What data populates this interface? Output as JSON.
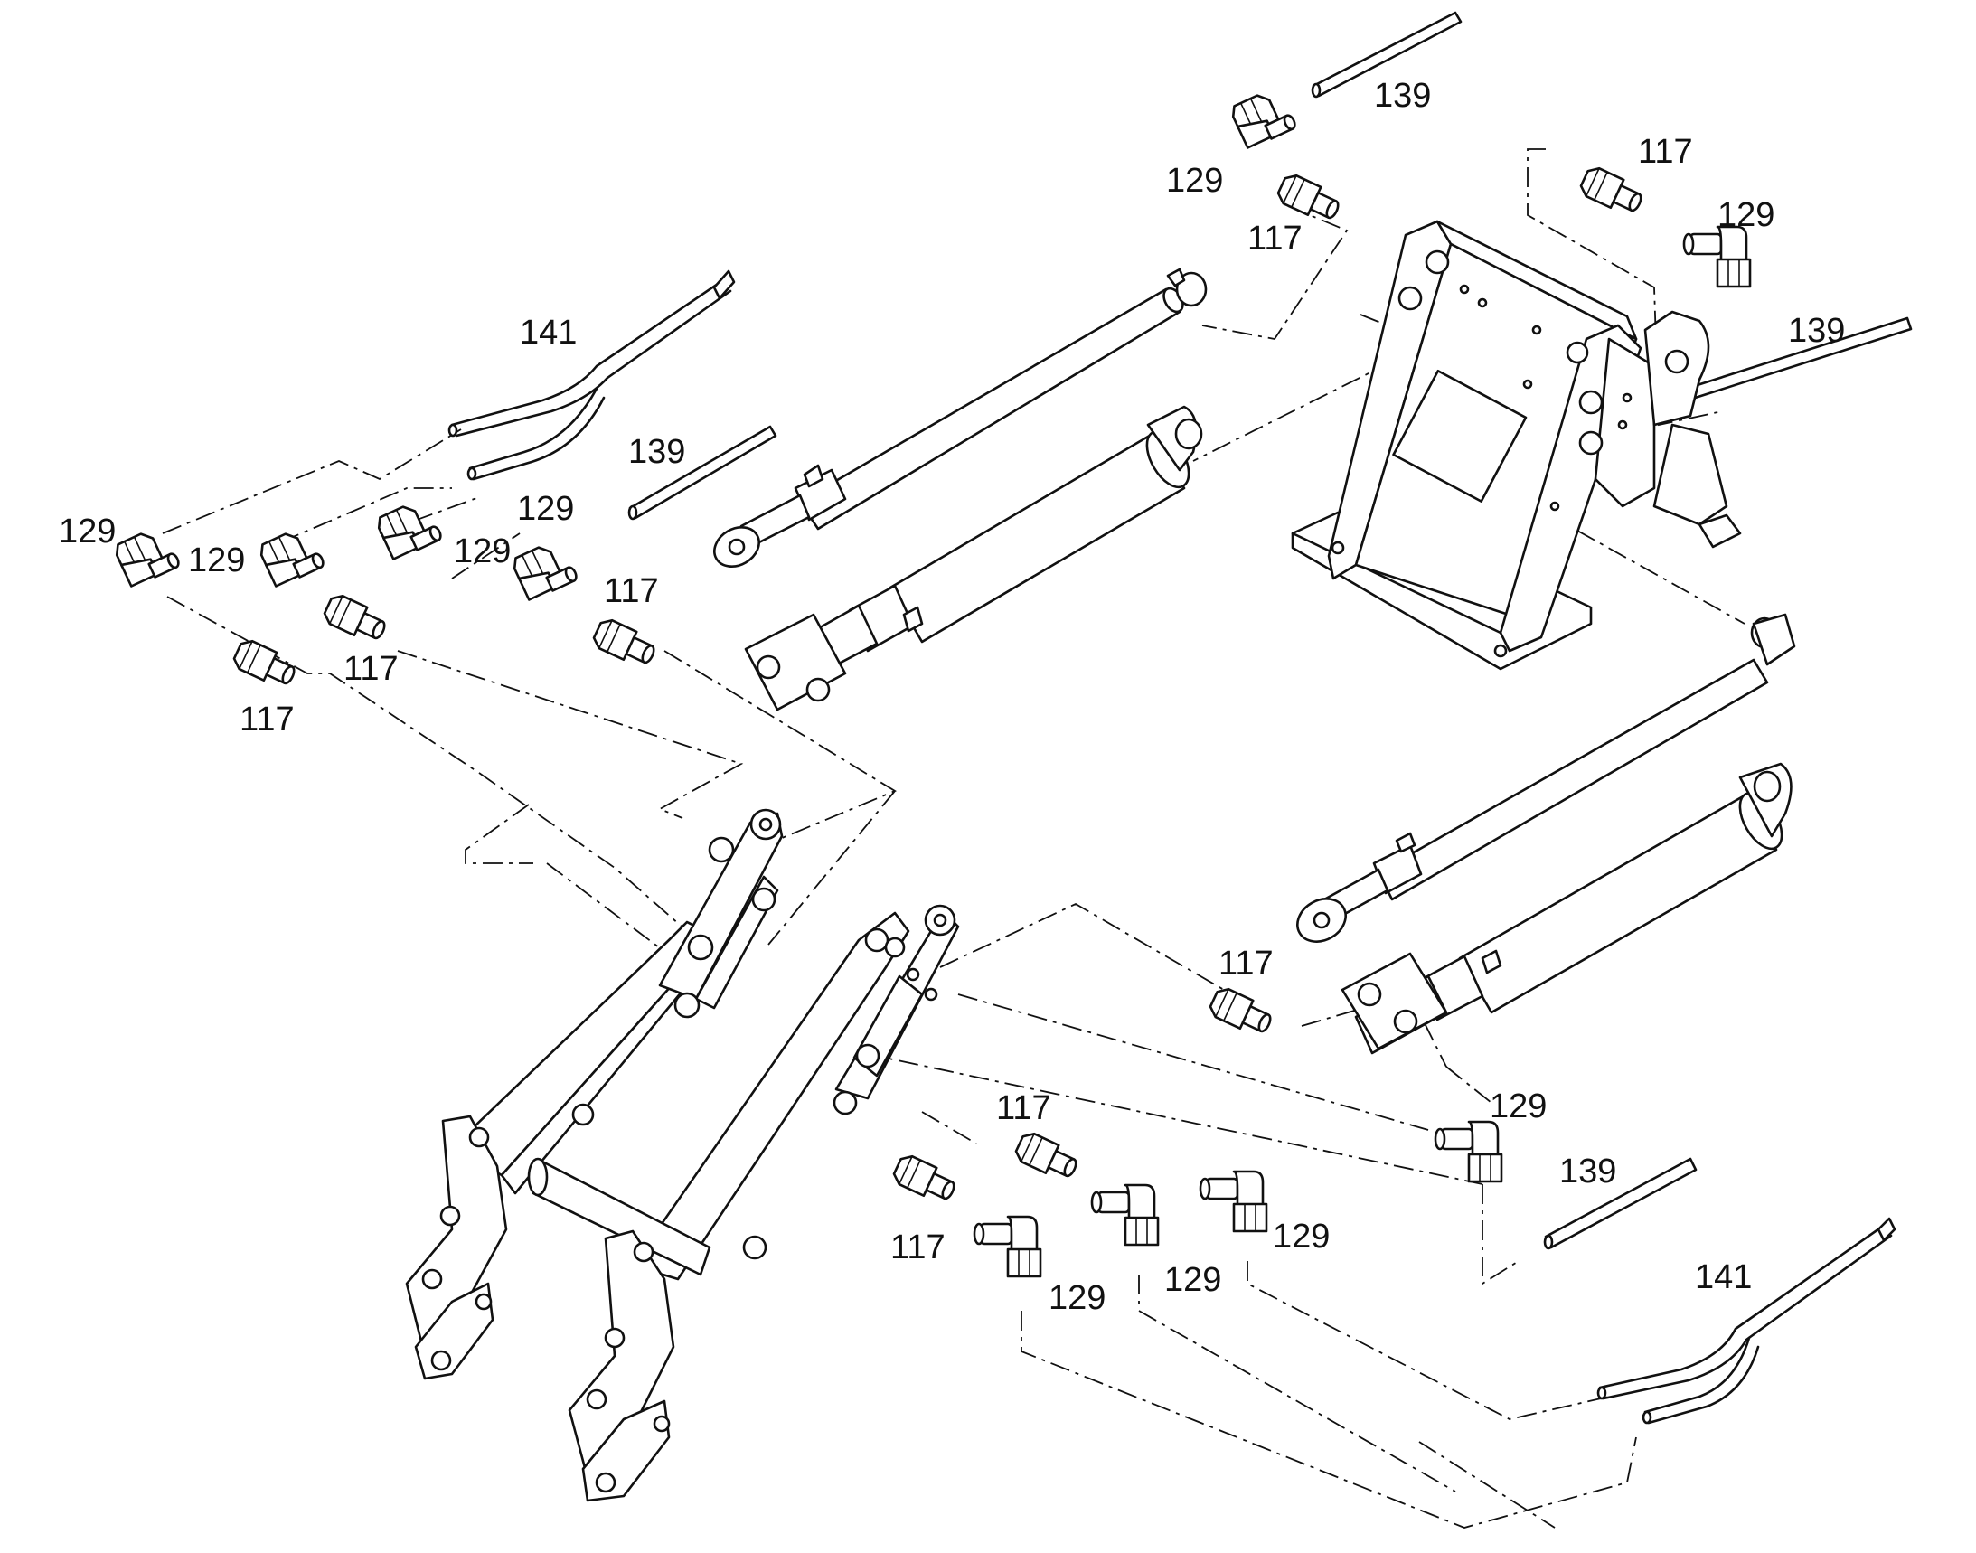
{
  "callouts": [
    {
      "id": "c-139-top",
      "text": "139"
    },
    {
      "id": "c-129-top",
      "text": "129"
    },
    {
      "id": "c-117-top",
      "text": "117"
    },
    {
      "id": "c-117-tr",
      "text": "117"
    },
    {
      "id": "c-129-tr",
      "text": "129"
    },
    {
      "id": "c-139-tr",
      "text": "139"
    },
    {
      "id": "c-141-left",
      "text": "141"
    },
    {
      "id": "c-139-left",
      "text": "139"
    },
    {
      "id": "c-129-l1",
      "text": "129"
    },
    {
      "id": "c-129-l2",
      "text": "129"
    },
    {
      "id": "c-129-l3",
      "text": "129"
    },
    {
      "id": "c-129-l4",
      "text": "129"
    },
    {
      "id": "c-117-l1",
      "text": "117"
    },
    {
      "id": "c-117-l2",
      "text": "117"
    },
    {
      "id": "c-117-l3",
      "text": "117"
    },
    {
      "id": "c-117-mid",
      "text": "117"
    },
    {
      "id": "c-129-mid",
      "text": "129"
    },
    {
      "id": "c-139-mid",
      "text": "139"
    },
    {
      "id": "c-117-b1",
      "text": "117"
    },
    {
      "id": "c-117-b2",
      "text": "117"
    },
    {
      "id": "c-129-b1",
      "text": "129"
    },
    {
      "id": "c-129-b2",
      "text": "129"
    },
    {
      "id": "c-129-b3",
      "text": "129"
    },
    {
      "id": "c-141-bottom",
      "text": "141"
    }
  ]
}
